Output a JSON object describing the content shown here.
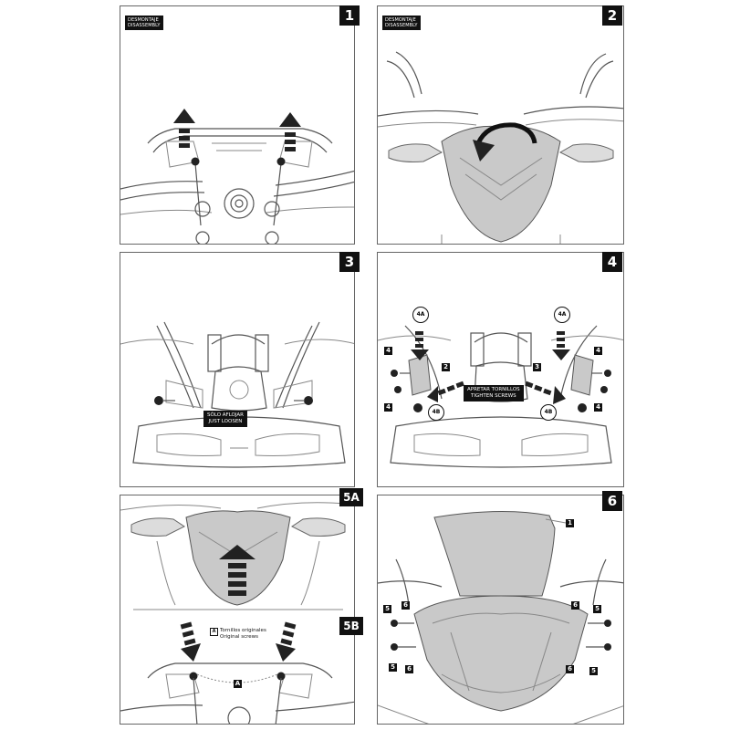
{
  "steps": {
    "s1": "1",
    "s2": "2",
    "s3": "3",
    "s4": "4",
    "s5a": "5A",
    "s5b": "5B",
    "s6": "6"
  },
  "labels": {
    "disassembly_es": "DESMONTAJE",
    "disassembly_en": "DISASSEMBLY",
    "just_loosen_es": "SÓLO AFLOJAR",
    "just_loosen_en": "JUST LOOSEN",
    "tighten_es": "APRETAR TORNILLOS",
    "tighten_en": "TIGHTEN SCREWS",
    "original_es": "Tornillos originales",
    "original_en": "Original screws",
    "a_marker": "A"
  },
  "callouts": {
    "c4a": "4A",
    "c4b": "4B",
    "n1": "1",
    "n2": "2",
    "n3": "3",
    "n4": "4",
    "n5": "5",
    "n6": "6"
  },
  "colors": {
    "frame": "#666666",
    "badge": "#111111",
    "part_fill": "#c9c9c9"
  }
}
